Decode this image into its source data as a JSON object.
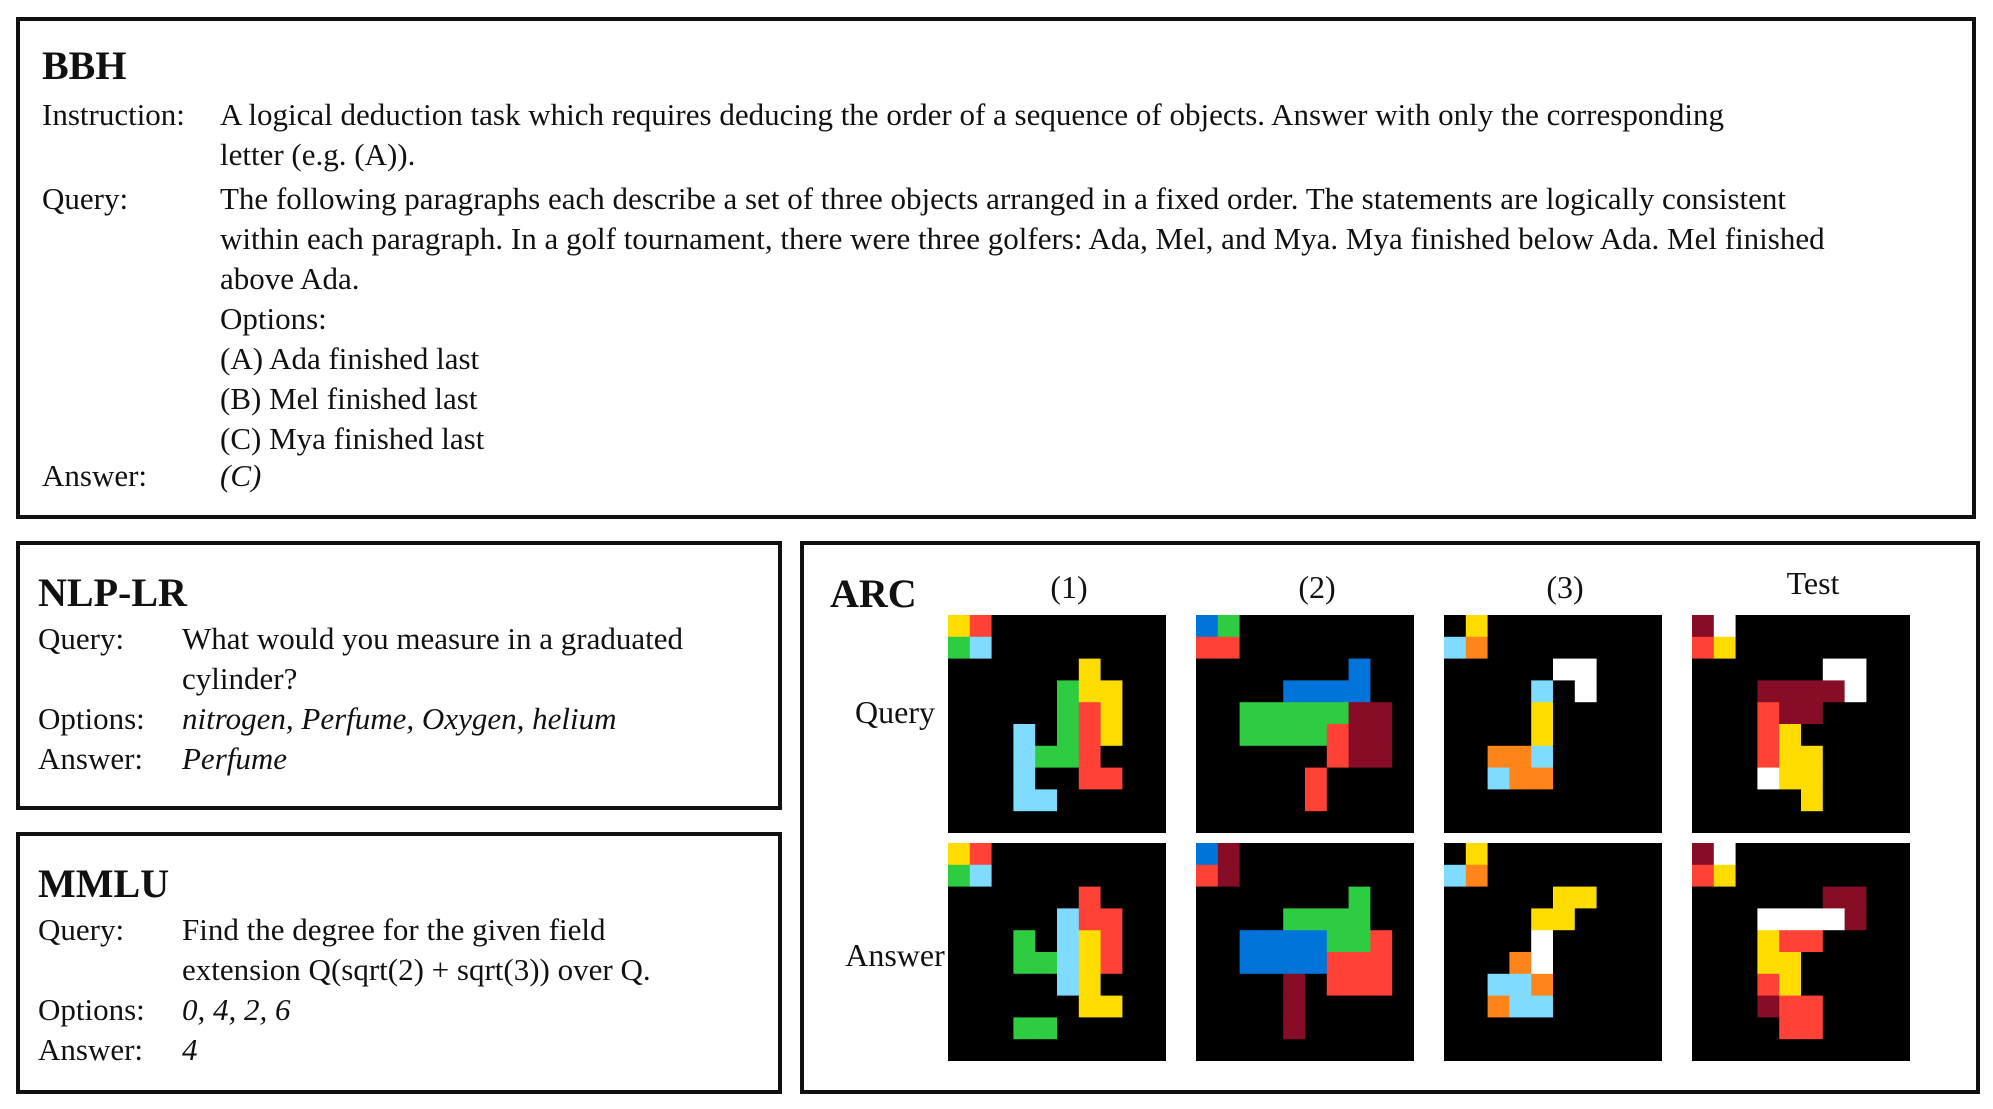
{
  "bbh": {
    "title": "BBH",
    "instruction_label": "Instruction:",
    "instruction_text": "A logical deduction task which requires deducing the order of a sequence of objects. Answer with only the corresponding\nletter (e.g. (A)).",
    "query_label": "Query:",
    "query_text": "The following paragraphs each describe a set of three objects arranged in a fixed order. The statements are logically consistent\nwithin each paragraph. In a golf tournament, there were three golfers: Ada, Mel, and Mya. Mya finished below Ada. Mel finished\nabove Ada.\nOptions:\n(A) Ada finished last\n(B) Mel finished last\n(C) Mya finished last",
    "answer_label": "Answer:",
    "answer_text": "(C)"
  },
  "nlp_lr": {
    "title": "NLP-LR",
    "query_label": "Query:",
    "query_text": "What would you measure in a graduated\ncylinder?",
    "options_label": "Options:",
    "options_text": "nitrogen, Perfume, Oxygen, helium",
    "answer_label": "Answer:",
    "answer_text": "Perfume"
  },
  "mmlu": {
    "title": "MMLU",
    "query_label": "Query:",
    "query_text": "Find the degree for the given field\nextension Q(sqrt(2) + sqrt(3)) over Q.",
    "options_label": "Options:",
    "options_text": "0, 4, 2, 6",
    "answer_label": "Answer:",
    "answer_text": "4"
  },
  "arc": {
    "title": "ARC",
    "columns": [
      "(1)",
      "(2)",
      "(3)",
      "Test"
    ],
    "row_labels": [
      "Query",
      "Answer"
    ],
    "colors": {
      "K": "#000000",
      "R": "#ff4136",
      "G": "#2ecc40",
      "L": "#7fdbff",
      "Y": "#ffdc00",
      "B": "#0074d9",
      "M": "#870c25",
      "O": "#ff851b",
      "W": "#ffffff"
    },
    "grids": [
      [
        [
          "YRKKKKKKKK",
          "GLKKKKKKKK",
          "KKKKKKYKKK",
          "KKKKKGYYKK",
          "KKKKKGRYKK",
          "KKKLKGRYKK",
          "KKKLGGRKKK",
          "KKKLKKRRKK",
          "KKKLLKKKKK",
          "KKKKKKKKKK"
        ],
        [
          "YRKKKKKKKK",
          "GLKKKKKKKK",
          "KKKKKKRKKK",
          "KKKKKLRRKK",
          "KKKGKLYRKK",
          "KKKGGLYRKK",
          "KKKKKLYKKK",
          "KKKKKKYYKK",
          "KKKGGKKKKK",
          "KKKKKKKKKK"
        ]
      ],
      [
        [
          "BGKKKKKKKK",
          "RRKKKKKKKK",
          "KKKKKKKBKK",
          "KKKKBBBBKK",
          "KKGGGGGMMK",
          "KKGGGGRMMK",
          "KKKKKKRMMK",
          "KKKKKRKKKK",
          "KKKKKRKKKK",
          "KKKKKKKKKK"
        ],
        [
          "BMKKKKKKKK",
          "RMKKKKKKKK",
          "KKKKKKKGKK",
          "KKKKGGGGKK",
          "KKBBBBGGRK",
          "KKBBBBRRRK",
          "KKKKMKRRRK",
          "KKKKMKKKKK",
          "KKKKMKKKKK",
          "KKKKKKKKKK"
        ]
      ],
      [
        [
          "KYKKKKKKKK",
          "LOKKKKKKKK",
          "KKKKKWWKKK",
          "KKKKLKWKKK",
          "KKKKYKKKKK",
          "KKKKYKKKKK",
          "KKOOLKKKKK",
          "KKLOOKKKKK",
          "KKKKKKKKKK",
          "KKKKKKKKKK"
        ],
        [
          "KYKKKKKKKK",
          "LOKKKKKKKK",
          "KKKKKYYKKK",
          "KKKKYYKKKK",
          "KKKKWKKKKK",
          "KKKOWKKKKK",
          "KKLLOKKKKK",
          "KKOLLKKKKK",
          "KKKKKKKKKK",
          "KKKKKKKKKK"
        ]
      ],
      [
        [
          "MWKKKKKKKK",
          "RYKKKKKKKK",
          "KKKKKKWWKK",
          "KKKMMMMWKK",
          "KKKRMMKKKK",
          "KKKRYKKKKK",
          "KKKRYYKKKK",
          "KKKWYYKKKK",
          "KKKKKYKKKK",
          "KKKKKKKKKK"
        ],
        [
          "MWKKKKKKKK",
          "RYKKKKKKKK",
          "KKKKKKMMKK",
          "KKKWWWWMKK",
          "KKKYRRKKKK",
          "KKKYYKKKKK",
          "KKKRYKKKKK",
          "KKKMRRKKKK",
          "KKKKRRKKKK",
          "KKKKKKKKKK"
        ]
      ]
    ]
  }
}
